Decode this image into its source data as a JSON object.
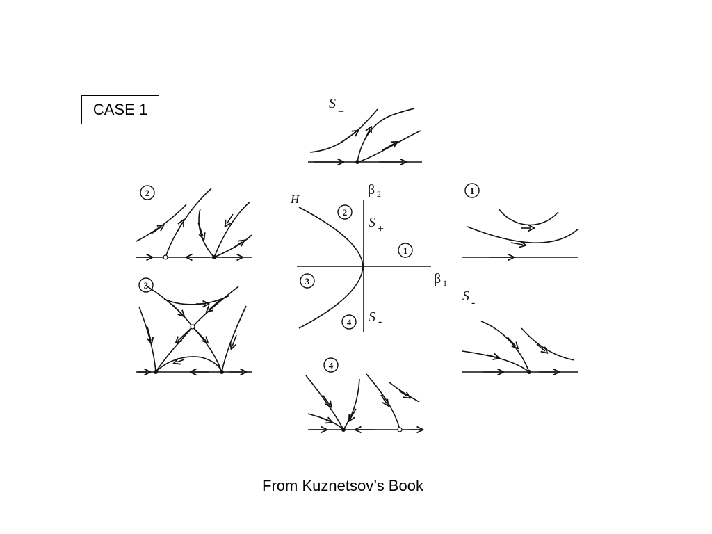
{
  "case_label": "CASE 1",
  "caption": "From Kuznetsov’s Book",
  "parameter_plane": {
    "curve_label": "H",
    "axis_x": "β",
    "axis_x_sub": "1",
    "axis_y": "β",
    "axis_y_sub": "2",
    "s_plus": "S",
    "s_plus_sub": "+",
    "s_minus": "S",
    "s_minus_sub": "-",
    "regions": [
      "1",
      "2",
      "3",
      "4"
    ]
  },
  "panels": {
    "s_plus": {
      "label": "S",
      "sub": "+"
    },
    "s_minus": {
      "label": "S",
      "sub": "-"
    },
    "one": {
      "label": "1"
    },
    "two": {
      "label": "2"
    },
    "three": {
      "label": "3"
    },
    "four": {
      "label": "4"
    }
  }
}
